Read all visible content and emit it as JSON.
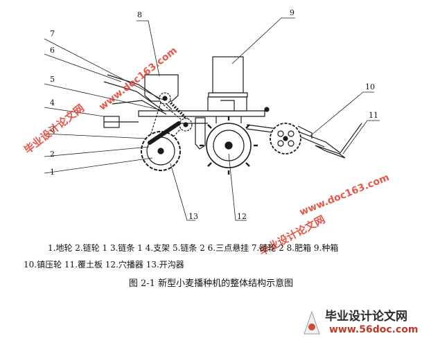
{
  "callouts": [
    "1",
    "2",
    "3",
    "4",
    "5",
    "6",
    "7",
    "8",
    "9",
    "10",
    "11",
    "12",
    "13"
  ],
  "legend": {
    "line1": "1.地轮 2.链轮 1   3.链条 1   4.支架  5.链条 2   6.三点悬挂   7.链轮 2   8.肥箱   9.种箱",
    "line2": "10.镇压轮   11.覆土板   12.穴播器   13.开沟器"
  },
  "caption": "图 2-1  新型小麦播种机的整体结构示意图",
  "watermarks": {
    "wm1": "毕业设计论文网",
    "wm2": "www.doc163.com",
    "wm3": "毕业设计论文网",
    "wm4": "www.doc163.com"
  },
  "footer": {
    "brand": "毕业设计论文网",
    "url": "www.56doc.com"
  },
  "colors": {
    "line": "#1a1a1a",
    "watermark": "#e23a2a"
  }
}
